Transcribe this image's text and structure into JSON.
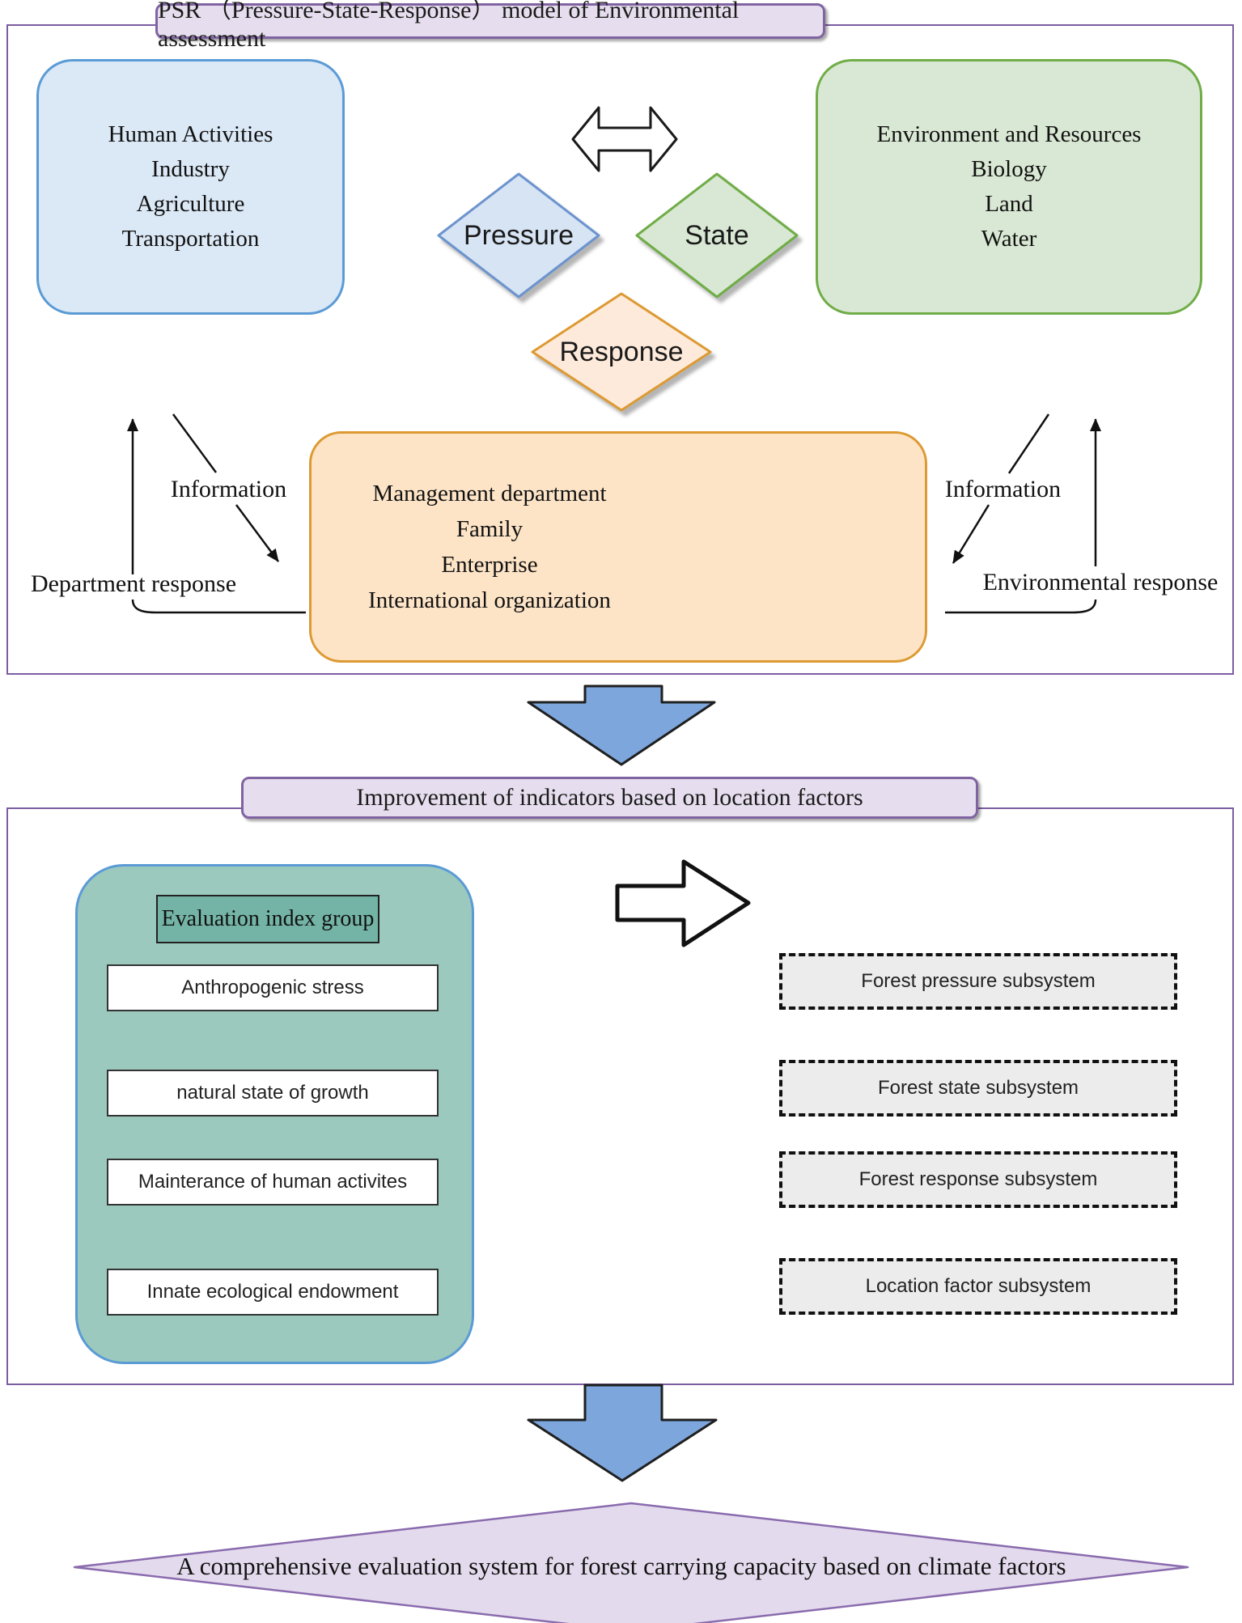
{
  "section1": {
    "title": "PSR （Pressure-State-Response） model of Environmental assessment",
    "human_box": {
      "lines": [
        "Human Activities",
        "Industry",
        "Agriculture",
        "Transportation"
      ]
    },
    "env_box": {
      "lines": [
        "Environment and Resources",
        "Biology",
        "Land",
        "Water"
      ]
    },
    "management_box": {
      "lines": [
        "Management department",
        "Family",
        "Enterprise",
        "International organization"
      ]
    },
    "pressure_label": "Pressure",
    "state_label": "State",
    "response_label": "Response",
    "info_left": "Information",
    "info_right": "Information",
    "department_response": "Department response",
    "environmental_response": "Environmental response"
  },
  "section2": {
    "title": "Improvement of indicators based on location factors",
    "index_group": {
      "header": "Evaluation index group",
      "items": [
        "Anthropogenic stress",
        "natural state of growth",
        "Mainterance of human activites",
        "Innate ecological endowment"
      ]
    },
    "subsystems": [
      "Forest pressure subsystem",
      "Forest state subsystem",
      "Forest response subsystem",
      "Location factor subsystem"
    ]
  },
  "conclusion": {
    "text": "A comprehensive evaluation system for forest carrying capacity based on climate factors"
  },
  "colors": {
    "purple_border": "#8064a2",
    "purple_fill": "#e6deee",
    "blue_border": "#5b9bd5",
    "blue_fill": "#dbe8f6",
    "green_border": "#70ad47",
    "green_fill": "#d9e8d4",
    "orange_border": "#dd9a33",
    "orange_fill": "#fde4c7",
    "arrow_blue": "#7da7dc",
    "teal_fill": "#9cc9be",
    "teal_header": "#74b4a6",
    "subsystem_fill": "#ececec",
    "conclusion_fill": "#e3dbed"
  }
}
